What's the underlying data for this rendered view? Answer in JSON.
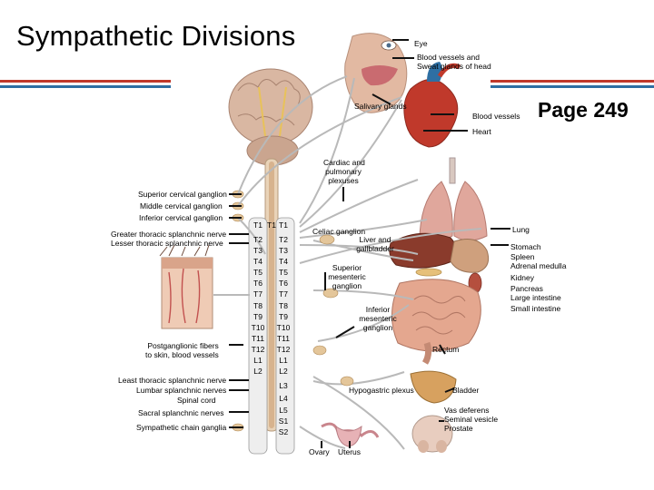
{
  "title": "Sympathetic Divisions",
  "page_label": "Page 249",
  "colors": {
    "stripe_red": "#c0392b",
    "stripe_blue": "#2e6fa3",
    "nerve": "#b9b9b9",
    "leader": "#111111"
  },
  "left_labels": {
    "superior_cervical": "Superior cervical ganglion",
    "middle_cervical": "Middle cervical ganglion",
    "inferior_cervical": "Inferior cervical ganglion",
    "greater_splanchnic": "Greater thoracic splanchnic nerve",
    "lesser_splanchnic": "Lesser thoracic splanchnic nerve",
    "postganglionic_1": "Postganglionic fibers",
    "postganglionic_2": "to skin, blood vessels",
    "least_splanchnic": "Least thoracic splanchnic nerve",
    "lumbar_splanchnic": "Lumbar splanchnic nerves",
    "spinal_cord": "Spinal cord",
    "sacral_splanchnic": "Sacral splanchnic nerves",
    "chain_ganglia": "Sympathetic chain ganglia"
  },
  "top_labels": {
    "eye": "Eye",
    "blood_head_1": "Blood vessels and",
    "blood_head_2": "Sweat glands of head",
    "salivary": "Salivary glands",
    "blood_vessels": "Blood vessels",
    "heart": "Heart"
  },
  "center_labels": {
    "cardiac_1": "Cardiac and",
    "cardiac_2": "pulmonary",
    "cardiac_3": "plexuses",
    "celiac": "Celiac ganglion",
    "liver_1": "Liver and",
    "liver_2": "gallbladder",
    "sup_mes_1": "Superior",
    "sup_mes_2": "mesenteric",
    "sup_mes_3": "ganglion",
    "inf_mes_1": "Inferior",
    "inf_mes_2": "mesenteric",
    "inf_mes_3": "ganglion",
    "hypogastric": "Hypogastric plexus",
    "ovary": "Ovary",
    "uterus": "Uterus"
  },
  "right_labels": {
    "lung": "Lung",
    "stomach": "Stomach",
    "spleen": "Spleen",
    "adrenal": "Adrenal medulla",
    "kidney": "Kidney",
    "pancreas": "Pancreas",
    "large_intestine": "Large intestine",
    "small_intestine": "Small intestine",
    "rectum": "Rectum",
    "bladder": "Bladder",
    "vas_deferens": "Vas deferens",
    "seminal_vesicle": "Seminal vesicle",
    "prostate": "Prostate"
  },
  "vertebrae_left": [
    "T1",
    "T2",
    "T3",
    "T4",
    "T5",
    "T6",
    "T7",
    "T8",
    "T9",
    "T10",
    "T11",
    "T12",
    "L1",
    "L2"
  ],
  "vertebrae_right": [
    "T1",
    "T2",
    "T3",
    "T4",
    "T5",
    "T6",
    "T7",
    "T8",
    "T9",
    "T10",
    "T11",
    "T12",
    "L1",
    "L2",
    "L3",
    "L4",
    "L5",
    "S1",
    "S2"
  ],
  "vertebrae_top_extra": "T1"
}
